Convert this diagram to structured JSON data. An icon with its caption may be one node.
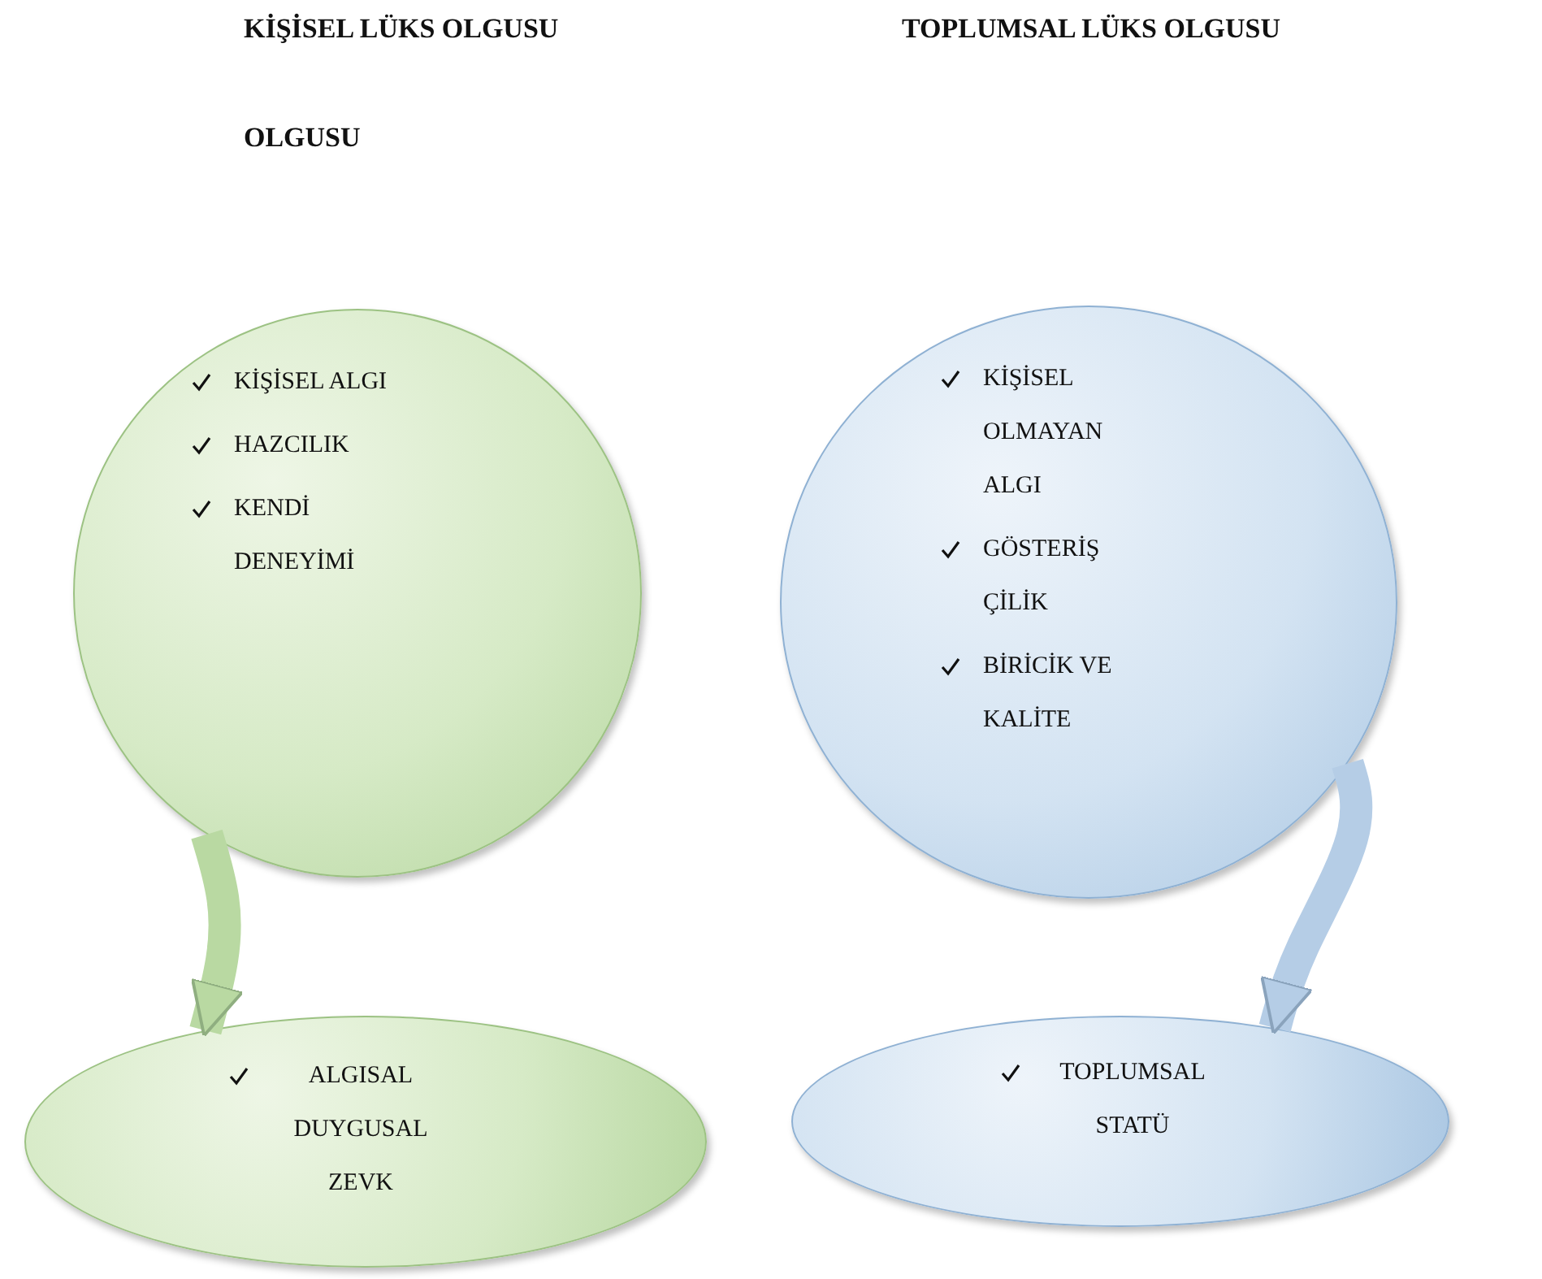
{
  "diagram": {
    "nodes": [
      {
        "text": [
          "KİŞİSEL ALGI",
          "HAZCILIK",
          "KENDİ DENEYİMİ"
        ]
      },
      {
        "text": [
          "KİŞİSEL OLMAYAN ALGI",
          "GÖSTERİŞ ÇİLİK",
          "BİRİCİK VE KALİTE"
        ]
      },
      {
        "text": [
          "ALGISAL DUYGUSAL ZEVK"
        ]
      },
      {
        "text": [
          "TOPLUMSAL STATÜ"
        ]
      }
    ],
    "edges": [
      {
        "from": 0,
        "to": 2,
        "arrow": "to"
      },
      {
        "from": 1,
        "to": 3,
        "arrow": "to"
      }
    ],
    "labels": [
      "KİŞİSEL LÜKS OLGUSU",
      "TOPLUMSAL LÜKS OLGUSU",
      "OLGUSU"
    ]
  }
}
